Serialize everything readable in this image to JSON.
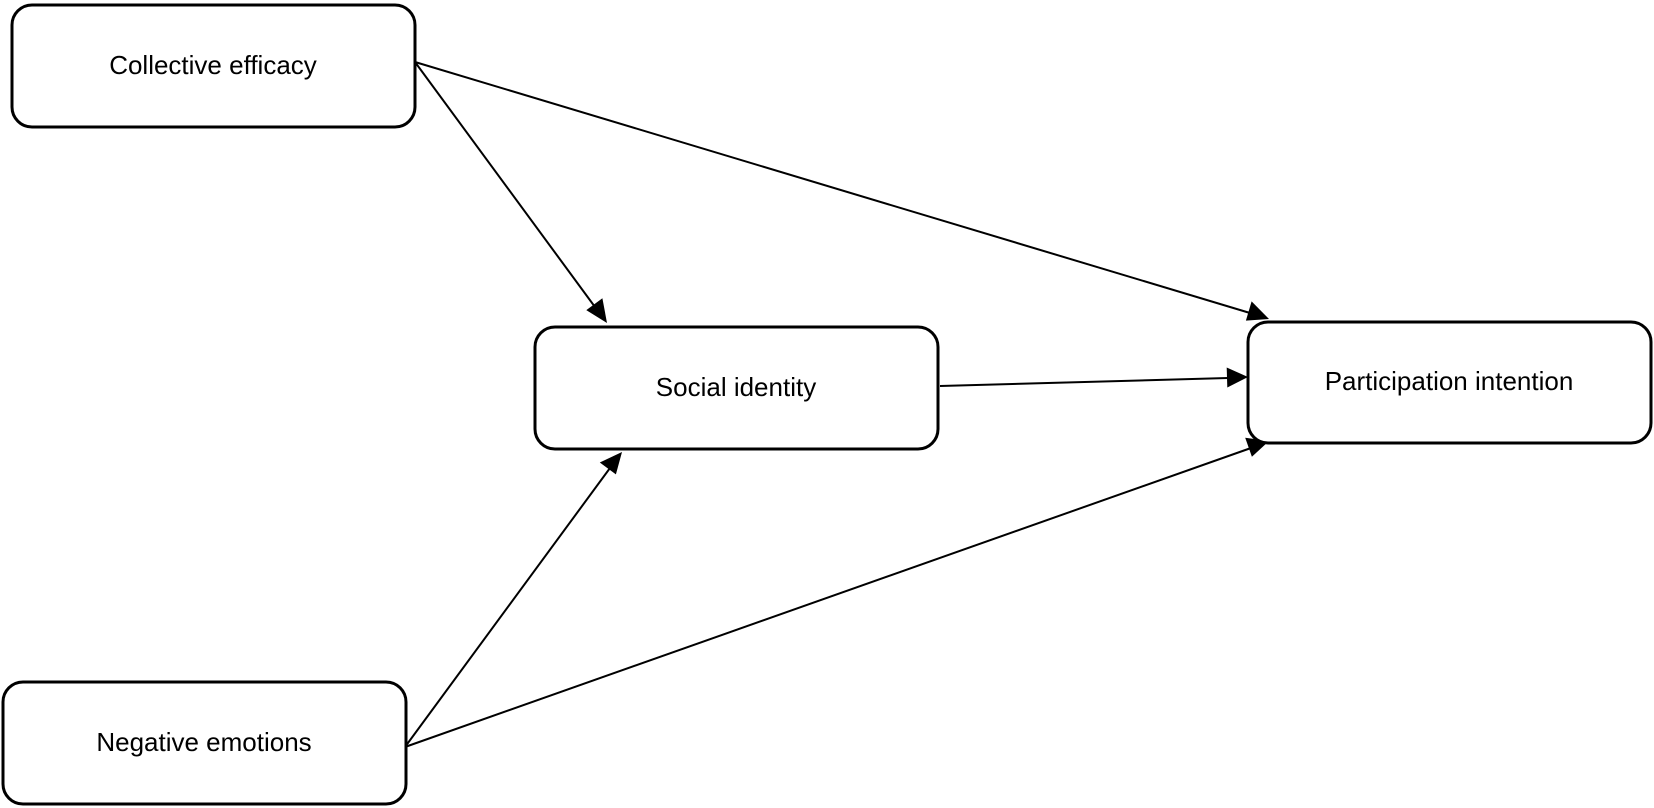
{
  "diagram": {
    "nodes": [
      {
        "id": "collective-efficacy",
        "label": "Collective efficacy"
      },
      {
        "id": "social-identity",
        "label": "Social identity"
      },
      {
        "id": "participation-intention",
        "label": "Participation intention"
      },
      {
        "id": "negative-emotions",
        "label": "Negative emotions"
      }
    ],
    "edges": [
      {
        "from": "collective-efficacy",
        "to": "social-identity"
      },
      {
        "from": "collective-efficacy",
        "to": "participation-intention"
      },
      {
        "from": "social-identity",
        "to": "participation-intention"
      },
      {
        "from": "negative-emotions",
        "to": "social-identity"
      },
      {
        "from": "negative-emotions",
        "to": "participation-intention"
      }
    ],
    "colors": {
      "stroke": "#000000",
      "background": "#ffffff"
    }
  }
}
